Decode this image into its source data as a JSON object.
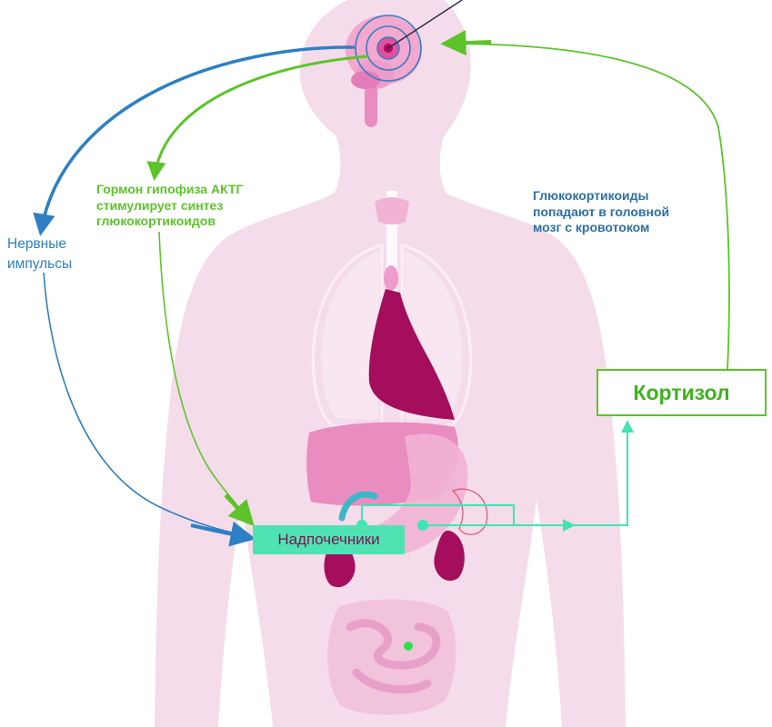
{
  "labels": {
    "nerve_impulses": "Нервные\nимпульсы",
    "acth": "Гормон гипофиза АКТГ\nстимулирует синтез\nглюкокортикоидов",
    "glucocorticoids": "Глюкокортикоиды\nпопадают в головной\nмозг с кровотоком",
    "cortisol": "Кортизол",
    "adrenals": "Надпочечники"
  },
  "colors": {
    "body": "#f5dcea",
    "body_outline": "#fbeef5",
    "organ_light": "#f0b8d6",
    "organ_mid": "#e98cc0",
    "organ_dark": "#a50e5c",
    "nerve_blue": "#2f7fc4",
    "hormone_green": "#5cc42a",
    "blood_teal": "#3de6b0",
    "cortisol_green": "#57c626"
  },
  "icons": [
    "brain-target-icon",
    "adrenal-gland-icon",
    "flow-arrow-icon"
  ]
}
